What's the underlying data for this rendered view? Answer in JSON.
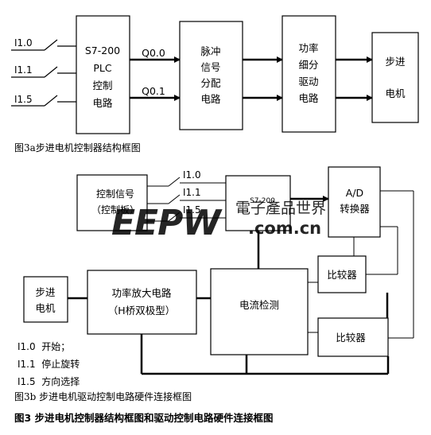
{
  "figure_a": {
    "inputs": [
      "I1.0",
      "I1.1",
      "I1.5"
    ],
    "plc_lines": [
      "S7-200",
      "PLC",
      "控制",
      "电路"
    ],
    "outputs": [
      "Q0.0",
      "Q0.1"
    ],
    "pulse_lines": [
      "脉冲",
      "信号",
      "分配",
      "电路"
    ],
    "driver_lines": [
      "功率",
      "细分",
      "驱动",
      "电路"
    ],
    "motor_lines": [
      "步进",
      "电机"
    ],
    "caption": "图3a步进电机控制器结构框图"
  },
  "figure_b": {
    "signal_lines": [
      "控制信号",
      "（控制板）"
    ],
    "inputs": [
      "I1.0",
      "I1.1",
      "I1.5"
    ],
    "plc_label": "S7-200",
    "ad_lines": [
      "A/D",
      "转换器"
    ],
    "comparator_label": "比较器",
    "motor_lines": [
      "步进",
      "电机"
    ],
    "amp_lines": [
      "功率放大电路",
      "（H桥双极型）"
    ],
    "current_label": "电流检测",
    "legend": [
      "I1.0  开始；",
      "I1.1  停止旋转",
      "I1.5  方向选择"
    ],
    "caption": "图3b 步进电机驱动控制电路硬件连接框图"
  },
  "main_caption": "图3 步进电机控制器结构框图和驱动控制电路硬件连接框图",
  "watermark": {
    "logo": "EEPW",
    "cn": "電子產品世界",
    "url": ".com.cn",
    "color": "#e8333a"
  }
}
